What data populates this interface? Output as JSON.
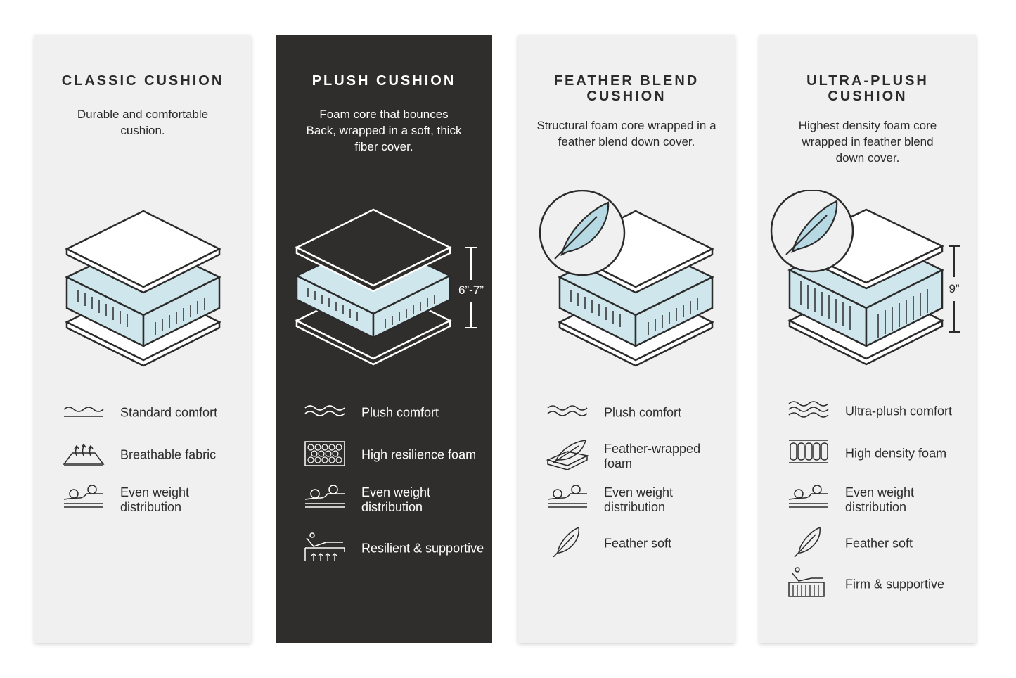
{
  "cards": [
    {
      "title": "CLASSIC CUSHION",
      "description": "Durable and comfortable cushion.",
      "features": [
        {
          "icon": "wave-lines-icon",
          "label": "Standard comfort"
        },
        {
          "icon": "breathable-fabric-icon",
          "label": "Breathable fabric"
        },
        {
          "icon": "weight-distribution-icon",
          "label": "Even weight distribution"
        }
      ]
    },
    {
      "title": "PLUSH CUSHION",
      "description": "Foam core that bounces Back, wrapped in a soft, thick fiber cover.",
      "dimension": "6”-7”",
      "features": [
        {
          "icon": "wave-lines-icon",
          "label": "Plush comfort"
        },
        {
          "icon": "honeycomb-foam-icon",
          "label": "High resilience foam"
        },
        {
          "icon": "weight-distribution-icon",
          "label": "Even weight distribution"
        },
        {
          "icon": "resilient-support-icon",
          "label": "Resilient & supportive"
        }
      ]
    },
    {
      "title": "FEATHER BLEND CUSHION",
      "description": "Structural foam core wrapped in a feather blend down cover.",
      "features": [
        {
          "icon": "wave-lines-icon",
          "label": "Plush comfort"
        },
        {
          "icon": "feather-wrapped-icon",
          "label": "Feather-wrapped foam"
        },
        {
          "icon": "weight-distribution-icon",
          "label": "Even weight distribution"
        },
        {
          "icon": "feather-icon",
          "label": "Feather soft"
        }
      ]
    },
    {
      "title": "ULTRA-PLUSH CUSHION",
      "description": "Highest density foam core wrapped in feather blend down cover.",
      "dimension": "9”",
      "features": [
        {
          "icon": "wave-lines-icon",
          "label": "Ultra-plush comfort"
        },
        {
          "icon": "high-density-foam-icon",
          "label": "High density foam"
        },
        {
          "icon": "weight-distribution-icon",
          "label": "Even weight distribution"
        },
        {
          "icon": "feather-icon",
          "label": "Feather soft"
        },
        {
          "icon": "firm-support-icon",
          "label": "Firm & supportive"
        }
      ]
    }
  ],
  "colors": {
    "card_light": "#f0f0f0",
    "card_dark": "#2f2e2d",
    "foam_blue": "#cfe6ec",
    "feather_blue": "#b7d9e4",
    "line": "#2b2b2b"
  }
}
